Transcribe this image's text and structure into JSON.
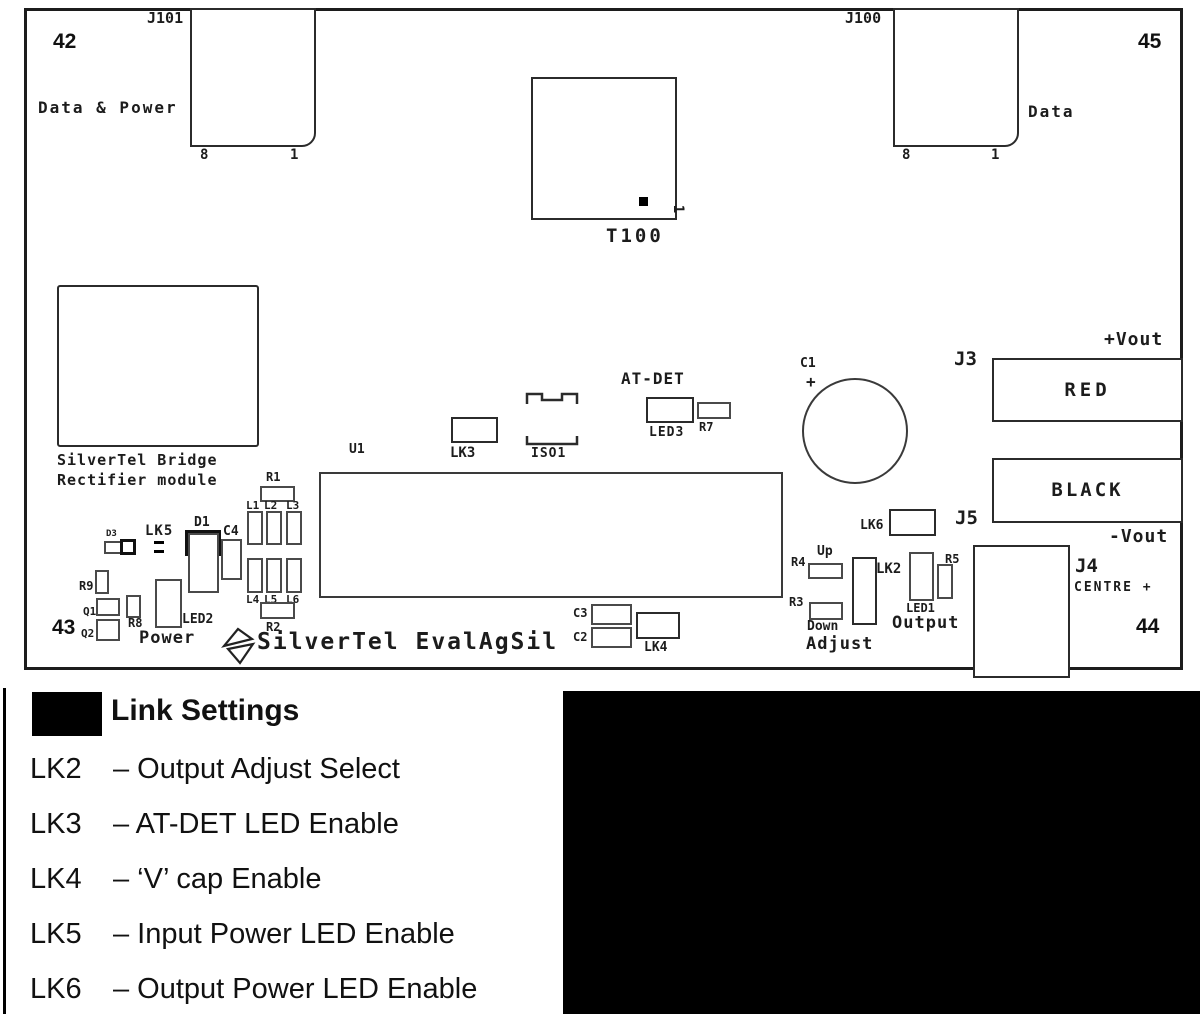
{
  "board": {
    "j101": {
      "ref": "J101",
      "num": "42",
      "caption": "Data & Power",
      "pin8": "8",
      "pin1": "1"
    },
    "j100": {
      "ref": "J100",
      "num": "45",
      "caption": "Data",
      "pin8": "8",
      "pin1": "1"
    },
    "t100": {
      "ref": "T100",
      "pin1": "1"
    },
    "bridge": {
      "line1": "SilverTel Bridge",
      "line2": "Rectifier module"
    },
    "u1": "U1",
    "lk3": "LK3",
    "iso1": "ISO1",
    "at_det": "AT-DET",
    "led3": "LED3",
    "r7": "R7",
    "c1": "C1",
    "c1_plus": "+",
    "j3": "J3",
    "vout_pos": "+Vout",
    "red": "RED",
    "black": "BLACK",
    "j5": "J5",
    "vout_neg": "-Vout",
    "lk6": "LK6",
    "d3": "D3",
    "lk5": "LK5",
    "d1": "D1",
    "c4": "C4",
    "r9": "R9",
    "q1": "Q1",
    "num43": "43",
    "q2": "Q2",
    "r8": "R8",
    "led2": "LED2",
    "power": "Power",
    "r1": "R1",
    "r2": "R2",
    "l1": "L1",
    "l2": "L2",
    "l3": "L3",
    "l4": "L4",
    "l5": "L5",
    "l6": "L6",
    "logo_text": "SilverTel EvalAgSil",
    "c3": "C3",
    "c2": "C2",
    "lk4": "LK4",
    "r4": "R4",
    "up": "Up",
    "r3": "R3",
    "down": "Down",
    "adjust": "Adjust",
    "lk2": "LK2",
    "led1": "LED1",
    "r5": "R5",
    "output": "Output",
    "j4": {
      "ref": "J4",
      "caption": "CENTRE +",
      "num": "44"
    }
  },
  "legend": {
    "title": "Link Settings",
    "rows": [
      {
        "ref": "LK2",
        "desc": "– Output Adjust Select"
      },
      {
        "ref": "LK3",
        "desc": "– AT-DET LED Enable"
      },
      {
        "ref": "LK4",
        "desc": "– ‘V’ cap Enable"
      },
      {
        "ref": "LK5",
        "desc": "– Input Power LED Enable"
      },
      {
        "ref": "LK6",
        "desc": "– Output Power LED Enable"
      }
    ]
  },
  "colors": {
    "line": "#1c1c1c",
    "black": "#000000",
    "background": "#ffffff"
  }
}
